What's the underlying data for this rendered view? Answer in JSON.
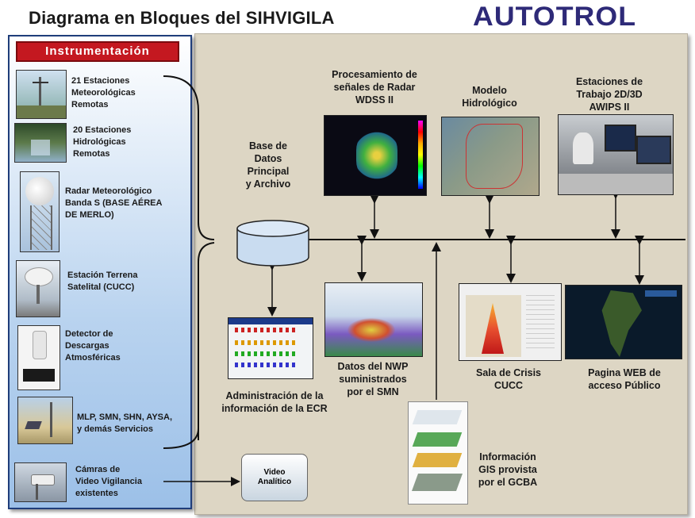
{
  "header": {
    "title": "Diagrama en Bloques del SIHVIGILA",
    "logo": "AUTOTROL"
  },
  "instrumentation": {
    "title": "Instrumentación",
    "items": [
      {
        "label": "21 Estaciones Meteorológicas Remotas",
        "lines": [
          "21 Estaciones",
          "Meteorológicas",
          "Remotas"
        ]
      },
      {
        "label": "20 Estaciones Hidrológicas Remotas",
        "lines": [
          "20 Estaciones",
          "Hidrológicas",
          "Remotas"
        ]
      },
      {
        "label": "Radar Meteorológico Banda S (BASE AÉREA DE MERLO)",
        "lines": [
          "Radar Meteorológico",
          "Banda S (BASE AÉREA",
          "DE MERLO)"
        ]
      },
      {
        "label": "Estación Terrena Satelital (CUCC)",
        "lines": [
          "Estación Terrena",
          "Satelital (CUCC)"
        ]
      },
      {
        "label": "Detector de Descargas Atmosféricas",
        "lines": [
          "Detector de",
          "Descargas",
          "Atmosféricas"
        ]
      },
      {
        "label": "MLP, SMN, SHN, AYSA, y demás Servicios",
        "lines": [
          "MLP, SMN, SHN, AYSA,",
          "y demás Servicios"
        ]
      },
      {
        "label": "Cámras de Video Vigilancia existentes",
        "lines": [
          "Cámras  de",
          "Video Vigilancia",
          "existentes"
        ]
      }
    ]
  },
  "blocks": {
    "database": [
      "Base de",
      "Datos",
      "Principal",
      "y Archivo"
    ],
    "radar": [
      "Procesamiento de",
      "señales de Radar",
      "WDSS II"
    ],
    "hydro_model": [
      "Modelo",
      "Hidrológico"
    ],
    "workstations": [
      "Estaciones de",
      "Trabajo 2D/3D",
      "AWIPS II"
    ],
    "ecr_admin": [
      "Administración de la",
      "información de la ECR"
    ],
    "nwp": [
      "Datos del NWP",
      "suministrados",
      "por el SMN"
    ],
    "crisis_room": [
      "Sala de Crisis",
      "CUCC"
    ],
    "web_page": [
      "Pagina WEB de",
      "acceso Público"
    ],
    "gis": [
      "Información",
      "GIS provista",
      "por el GCBA"
    ],
    "video_analytics": [
      "Video",
      "Analítico"
    ]
  },
  "colors": {
    "panel_bg": "#ddd6c4",
    "instr_title_bg": "#c41820",
    "logo": "#2e2a78",
    "cylinder": "#c9dcf0"
  }
}
